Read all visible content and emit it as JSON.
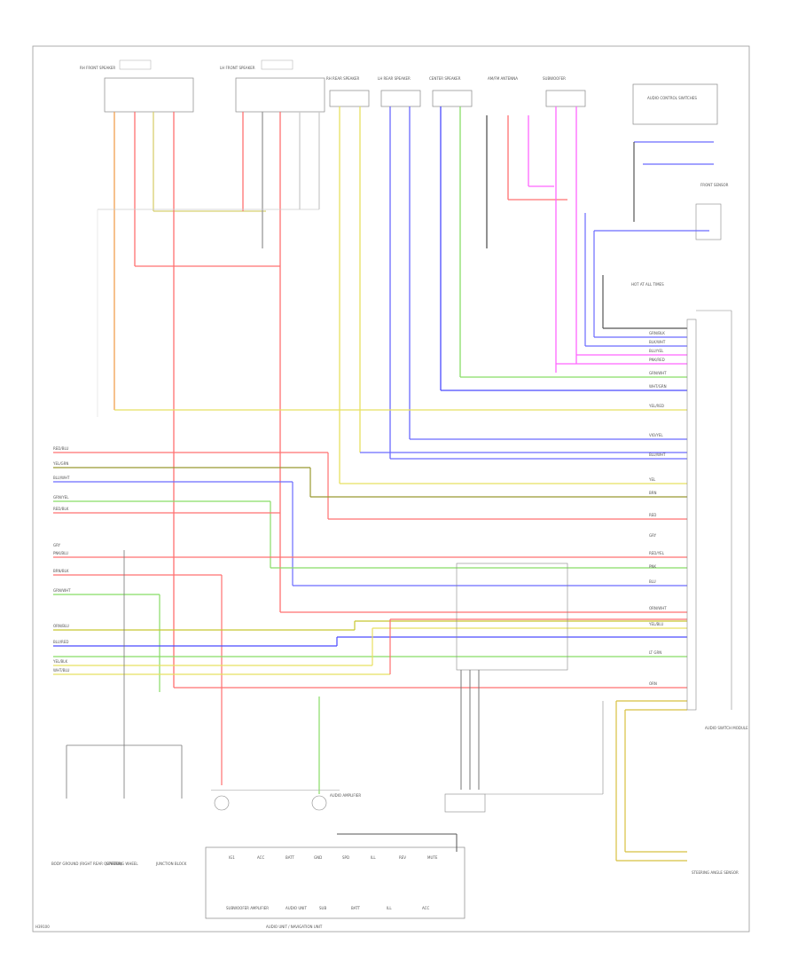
{
  "diagram": {
    "page_code": "H39100",
    "connector_labels": {
      "comp_a": "RH FRONT SPEAKER",
      "comp_b": "LH FRONT SPEAKER",
      "comp_c": "RH REAR SPEAKER",
      "comp_d": "LH REAR SPEAKER",
      "comp_e": "CENTER SPEAKER",
      "comp_f": "AM/FM ANTENNA",
      "comp_g": "SUBWOOFER",
      "top_right_box": "AUDIO CONTROL SWITCHES",
      "front_sensor": "FRONT SENSOR",
      "junction": "HOT AT ALL TIMES"
    },
    "bottom_labels": {
      "ground_1": "BODY GROUND (RIGHT REAR QUARTER)",
      "ground_2": "STEERING WHEEL",
      "ground_3": "JUNCTION BLOCK",
      "amplifier": "AUDIO AMPLIFIER",
      "audio_unit": "AUDIO UNIT / NAVIGATION UNIT",
      "right_module": "AUDIO SWITCH MODULE",
      "right_bottom": "STEERING ANGLE SENSOR"
    },
    "bottom_pin_labels": [
      "IG1",
      "ACC",
      "BATT",
      "GND",
      "SPD",
      "ILL",
      "REV",
      "MUTE"
    ],
    "bottom_sublabels": [
      "SUBWOOFER AMPLIFIER",
      "AUDIO UNIT",
      "SUB",
      "BATT",
      "ILL",
      "ACC"
    ],
    "left_wire_labels": [
      "RED/BLU",
      "YEL/GRN",
      "BLU/WHT",
      "GRN/YEL",
      "RED/BLK",
      "GRY",
      "PNK/BLU",
      "BRN/BLK",
      "GRN/WHT",
      "ORN/BLU",
      "BLU/RED",
      "YEL/BLK",
      "WHT/BLU"
    ],
    "right_pin_labels": [
      "GRN/BLK",
      "BLK/WHT",
      "BLU/YEL",
      "GRN/WHT",
      "PNK/RED",
      "VIO/YEL",
      "WHT/GRN",
      "BLU/WHT",
      "YEL/RED",
      "RED/YEL",
      "ORN/WHT",
      "YEL/BLU",
      "BRN",
      "GRY",
      "LT GRN",
      "RED",
      "PNK",
      "BLU",
      "YEL",
      "ORN"
    ]
  }
}
